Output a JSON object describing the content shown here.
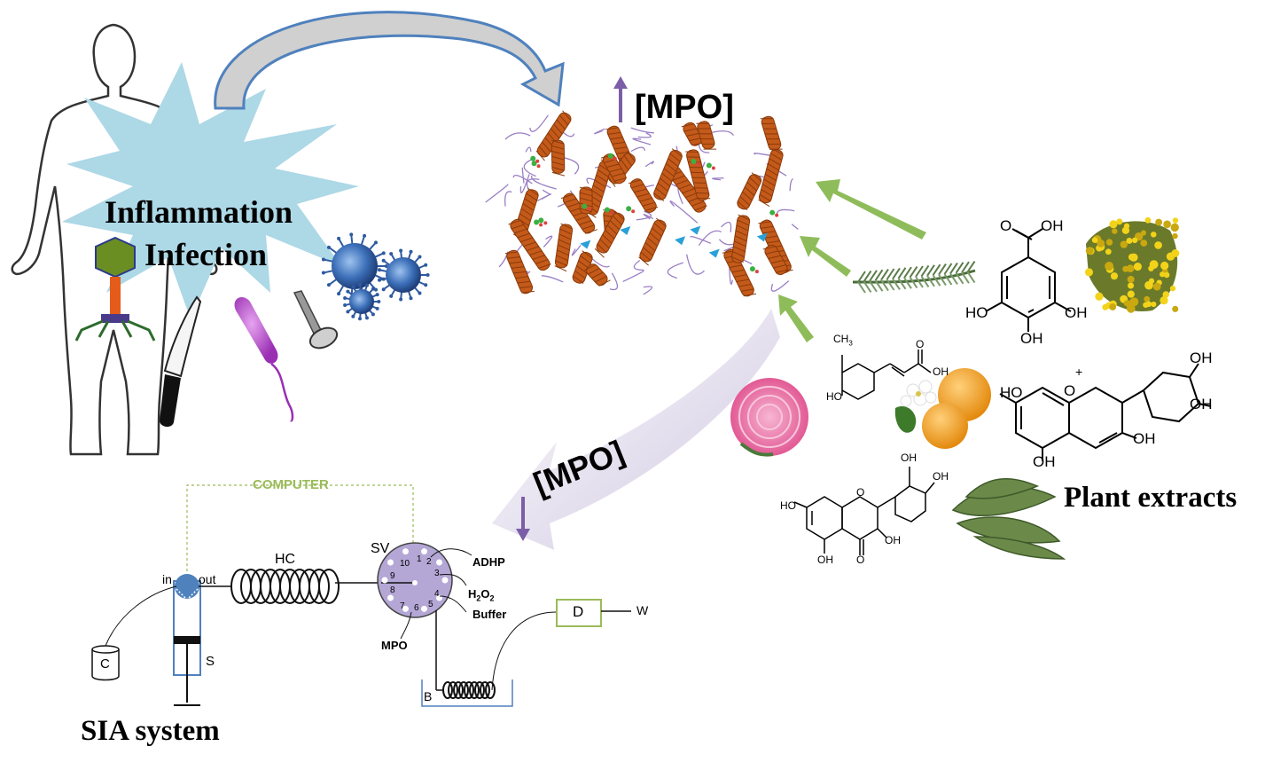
{
  "labels": {
    "inflammation": "Inflammation",
    "infection": "Infection",
    "mpo_up": "[MPO]",
    "mpo_down": "[MPO]",
    "plant_extracts": "Plant extracts",
    "sia_system": "SIA system",
    "computer": "COMPUTER",
    "hc": "HC",
    "sv": "SV",
    "in": "in",
    "out": "out",
    "adhp": "ADHP",
    "h2o2": "H",
    "h2o2_sub2": "2",
    "h2o2_o": "O",
    "h2o2_sub2b": "2",
    "buffer": "Buffer",
    "mpo": "MPO",
    "d": "D",
    "w": "W",
    "c": "C",
    "s": "S",
    "b": "B"
  },
  "valve_ports": [
    "1",
    "2",
    "3",
    "4",
    "5",
    "6",
    "7",
    "8",
    "9",
    "10"
  ],
  "chem": {
    "gallic_cooh_o": "O",
    "gallic_oh_top": "OH",
    "gallic_oh_left": "HO",
    "gallic_oh_right": "OH",
    "gallic_oh_bottom": "OH",
    "ferulic_ch3": "CH",
    "ferulic_ch3_sub": "3",
    "ferulic_o": "O",
    "ferulic_oh": "OH",
    "ferulic_ho": "HO",
    "antho_plus": "+",
    "antho_o": "O",
    "antho_oh1": "OH",
    "antho_oh2": "OH",
    "antho_ho": "HO",
    "antho_oh3": "OH",
    "antho_oh4": "OH",
    "quer_oh_top": "OH",
    "quer_oh_top2": "OH",
    "quer_ho": "HO",
    "quer_oh_mid": "OH",
    "quer_oh_bot": "OH",
    "quer_o_bot": "O",
    "quer_o_ring": "O"
  },
  "colors": {
    "star_fill": "#add8e6",
    "blue_arrow": "#4f81bd",
    "green_arrow": "#8fbc5a",
    "lavender_arrow": "#d9d2e5",
    "purple": "#7b5ea7",
    "protein_helix": "#c45a1a",
    "valve": "#b4a7d6",
    "computer_text": "#9bbb59"
  }
}
